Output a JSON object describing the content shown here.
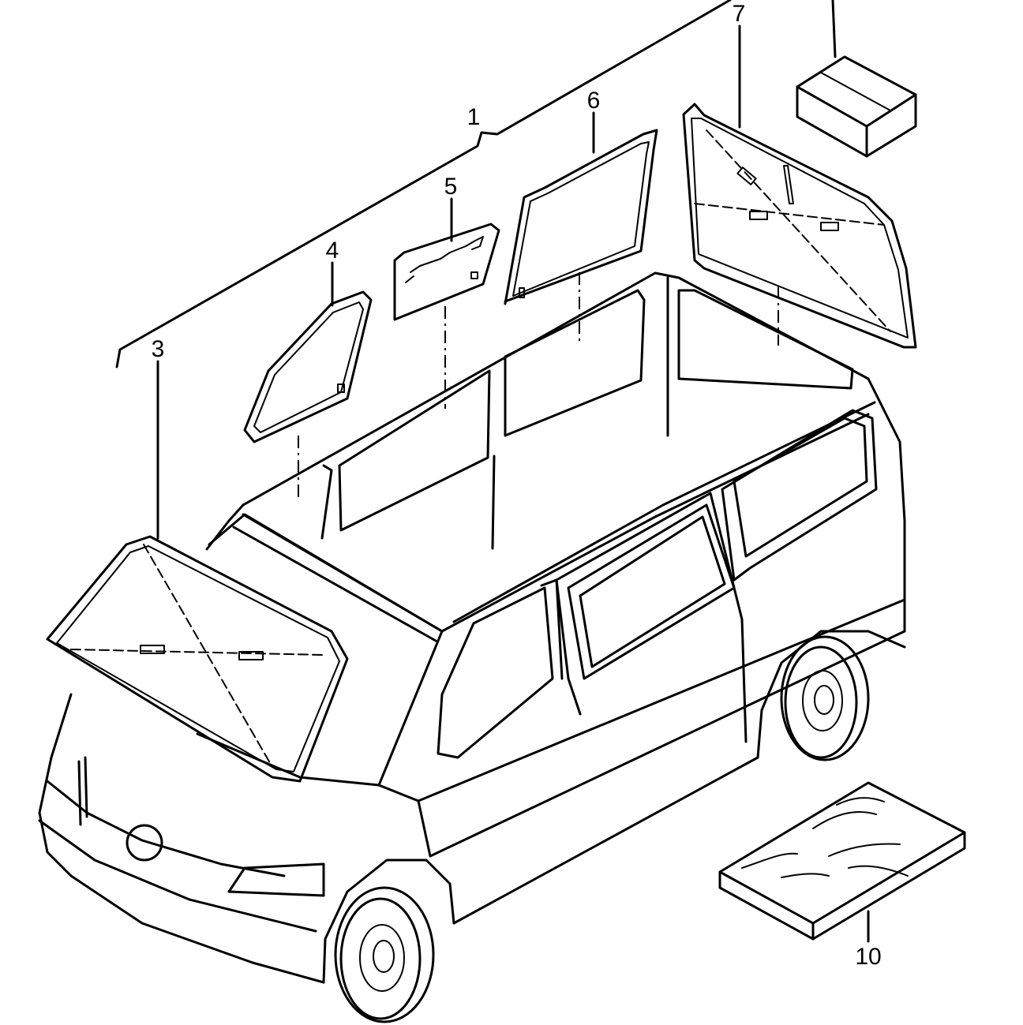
{
  "callouts": {
    "c1": "1",
    "c3": "3",
    "c4": "4",
    "c5": "5",
    "c6": "6",
    "c7": "7",
    "c10": "10"
  },
  "colors": {
    "line": "#000000",
    "background": "#ffffff"
  }
}
